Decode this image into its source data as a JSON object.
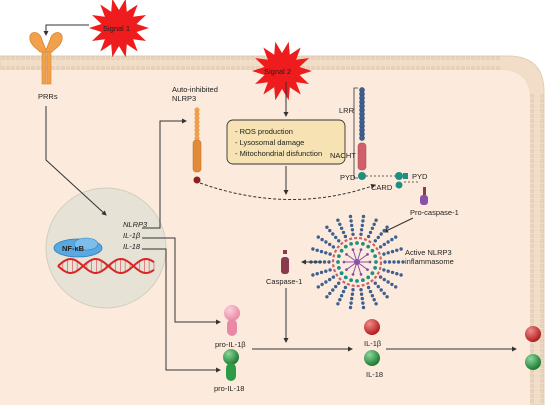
{
  "signals": {
    "signal_1": "Signal 1",
    "signal_2": "Signal 2"
  },
  "labels": {
    "prrs": "PRRs",
    "auto_inhibited_line1": "Auto-inhibited",
    "auto_inhibited_line2": "NLRP3",
    "lrr": "LRR",
    "nacht": "NACHT",
    "pyd": "PYD",
    "card": "CARD",
    "pyd_asc": "PYD",
    "pro_caspase": "Pro-caspase-1",
    "active_line1": "Active NLRP3",
    "active_line2": "inflammasome",
    "caspase": "Caspase-1",
    "nfkb": "NF-κB",
    "gene_nlrp3": "NLRP3",
    "gene_il1b": "IL-1β",
    "gene_il18": "IL-18",
    "pro_il1b": "pro-IL-1β",
    "pro_il18": "pro-IL-18",
    "il1b": "IL-1β",
    "il18": "IL-18"
  },
  "stress_box": {
    "item_1": "- ROS production",
    "item_2": "- Lysosomal damage",
    "item_3": "- Mitochondrial disfunction"
  },
  "colors": {
    "cytoplasm": "#fcebdc",
    "membrane": "#f2dec8",
    "burst": "#ee1c1c",
    "nucleus": "#e6e2d6",
    "prr": "#f2a14a",
    "lrr": "#3f5f8f",
    "nacht": "#cf5f6b",
    "pyd": "#1f8f82",
    "caspase": "#8a3a4e",
    "il1b": "#d63b3b",
    "il18": "#2f9a44",
    "dna_red": "#d92525",
    "nfkb": "#5aa8e0"
  }
}
